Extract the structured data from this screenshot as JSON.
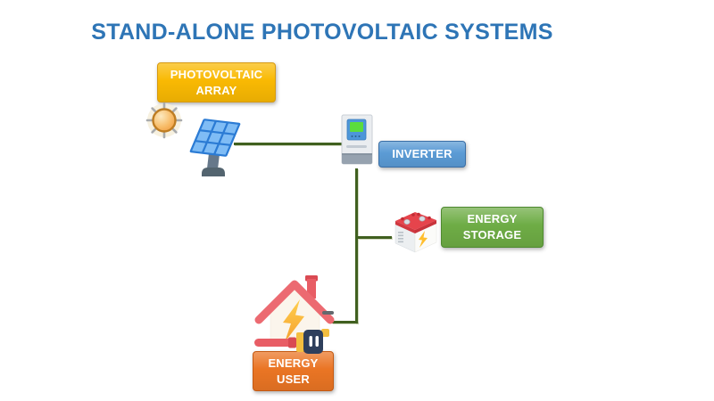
{
  "title": "STAND-ALONE PHOTOVOLTAIC SYSTEMS",
  "nodes": {
    "pv_array": {
      "label": "PHOTOVOLTAIC\nARRAY"
    },
    "inverter": {
      "label": "INVERTER"
    },
    "energy_storage": {
      "label": "ENERGY\nSTORAGE"
    },
    "energy_user": {
      "label": "ENERGY\nUSER"
    }
  },
  "icons": {
    "sun": "sun-icon",
    "solar_panel": "solar-panel-icon",
    "inverter": "inverter-icon",
    "battery": "battery-icon",
    "house_plug": "house-plug-icon"
  },
  "colors": {
    "title_text": "#2E75B6",
    "label_text": "#FFFFFF",
    "pv_array_box": "#F9B903",
    "inverter_box": "#5B9BD5",
    "energy_storage_box": "#6EAC45",
    "energy_user_box": "#EA7524",
    "connector": "#40601F"
  }
}
